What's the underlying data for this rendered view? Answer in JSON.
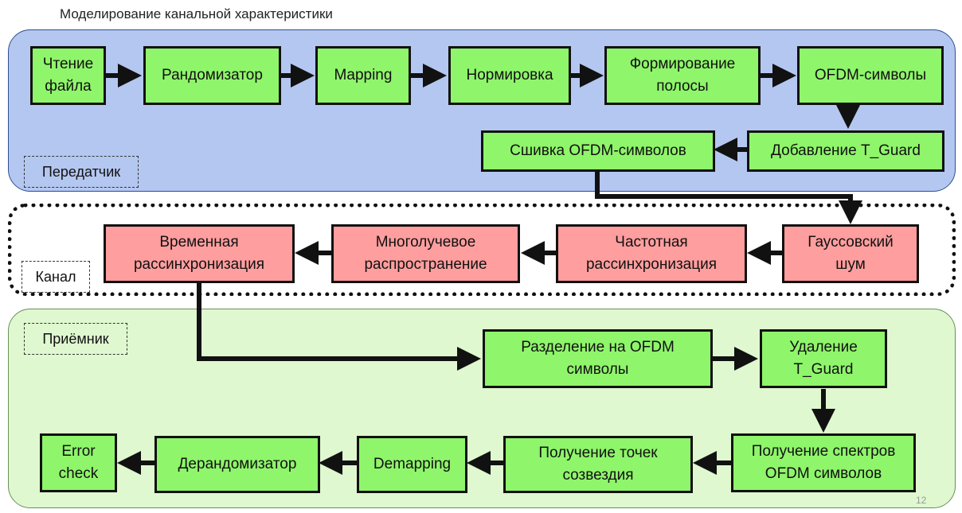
{
  "title": "Моделирование канальной характеристики",
  "regions": {
    "transmitter": "Передатчик",
    "channel": "Канал",
    "receiver": "Приёмник"
  },
  "blocks": {
    "read_file": "Чтение\nфайла",
    "randomizer": "Рандомизатор",
    "mapping": "Mapping",
    "normalization": "Нормировка",
    "band_forming": "Формирование\nполосы",
    "ofdm_symbols": "OFDM-символы",
    "add_tguard": "Добавление T_Guard",
    "stitch_ofdm": "Сшивка OFDM-символов",
    "gaussian_noise": "Гауссовский\nшум",
    "freq_desync": "Частотная\nрассинхронизация",
    "multipath": "Многолучевое\nраспространение",
    "time_desync": "Временная\nрассинхронизация",
    "split_ofdm": "Разделение на OFDM\nсимволы",
    "remove_tguard": "Удаление\nT_Guard",
    "get_spectra": "Получение спектров\nOFDM символов",
    "constellation_points": "Получение точек\nсозвездия",
    "demapping": "Demapping",
    "derandomizer": "Дерандомизатор",
    "error_check": "Error\ncheck"
  },
  "page_number": "12"
}
